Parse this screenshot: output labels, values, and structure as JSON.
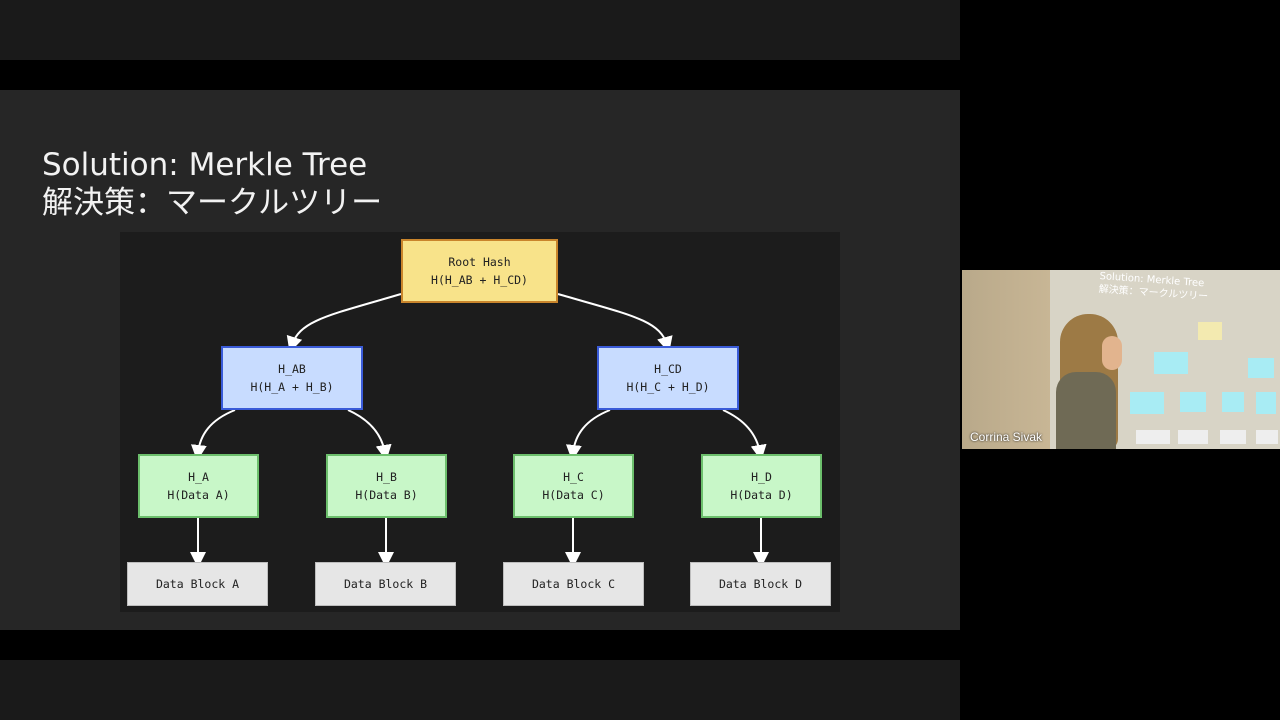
{
  "slide": {
    "title_en": "Solution: Merkle Tree",
    "title_ja": "解決策：マークルツリー"
  },
  "diagram": {
    "root": {
      "line1": "Root Hash",
      "line2": "H(H_AB + H_CD)"
    },
    "mid": [
      {
        "line1": "H_AB",
        "line2": "H(H_A + H_B)"
      },
      {
        "line1": "H_CD",
        "line2": "H(H_C + H_D)"
      }
    ],
    "leaves": [
      {
        "line1": "H_A",
        "line2": "H(Data A)"
      },
      {
        "line1": "H_B",
        "line2": "H(Data B)"
      },
      {
        "line1": "H_C",
        "line2": "H(Data C)"
      },
      {
        "line1": "H_D",
        "line2": "H(Data D)"
      }
    ],
    "data_blocks": [
      "Data Block A",
      "Data Block B",
      "Data Block C",
      "Data Block D"
    ],
    "colors": {
      "root_fill": "#f8e38a",
      "root_border": "#c9852c",
      "mid_fill": "#c8dcff",
      "mid_border": "#3a5bd8",
      "leaf_fill": "#c8f7c8",
      "leaf_border": "#6cbf6c",
      "data_fill": "#e6e6e6",
      "arrow": "#ffffff"
    }
  },
  "video": {
    "participant_name": "Corrina Sivak",
    "screen_title_en": "Solution: Merkle Tree",
    "screen_title_ja": "解決策：マークルツリー"
  }
}
